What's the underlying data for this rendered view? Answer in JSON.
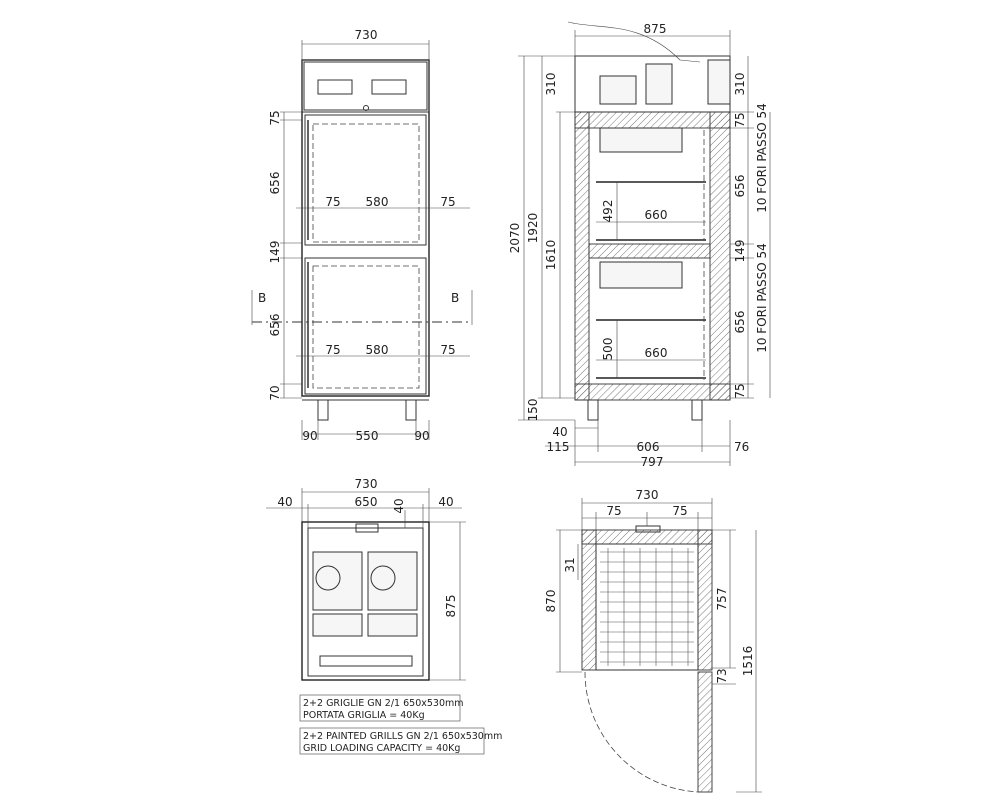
{
  "front_view": {
    "dims": {
      "width_total": "730",
      "left_foot": "90",
      "foot_span": "550",
      "right_foot": "90",
      "top_frame": "75",
      "upper_door": "656",
      "mid_frame": "149",
      "lower_door": "656",
      "bottom_frame": "70",
      "upper_left": "75",
      "upper_inner": "580",
      "upper_right": "75",
      "lower_left": "75",
      "lower_inner": "580",
      "lower_right": "75"
    },
    "section_mark_left": "B",
    "section_mark_right": "B"
  },
  "side_section": {
    "dims": {
      "depth_top": "875",
      "height_total": "2070",
      "height_body": "1920",
      "height_inner": "1610",
      "feet_height": "150",
      "unit_height": "310",
      "unit_height_right": "310",
      "top_wall": "75",
      "upper_comp": "656",
      "mid_wall": "149",
      "lower_comp": "656",
      "bottom_wall": "75",
      "upper_shelf_height": "492",
      "lower_shelf_height": "500",
      "upper_shelf_depth": "660",
      "lower_shelf_depth": "660",
      "foot_offset": "40",
      "front_offset": "115",
      "inner_depth": "606",
      "back_offset": "76",
      "depth_total": "797"
    },
    "rails_upper": [
      "10 FORI PASSO 54"
    ],
    "rails_lower": [
      "10 FORI PASSO 54"
    ]
  },
  "top_view": {
    "dims": {
      "width_total": "730",
      "left_margin": "40",
      "inner_width": "650",
      "right_margin": "40",
      "center_offset": "40",
      "depth": "875"
    },
    "notes": [
      "2+2  GRIGLIE GN 2/1 650x530mm",
      "PORTATA GRIGLIA = 40Kg",
      "2+2  PAINTED GRILLS GN 2/1 650x530mm",
      "GRID LOADING CAPACITY = 40Kg"
    ]
  },
  "plan_section": {
    "dims": {
      "width_total": "730",
      "left_wall": "75",
      "right_wall": "75",
      "front_gap": "31",
      "depth": "870",
      "inner_depth": "757",
      "door_thickness": "73",
      "door_swing": "1516"
    }
  }
}
